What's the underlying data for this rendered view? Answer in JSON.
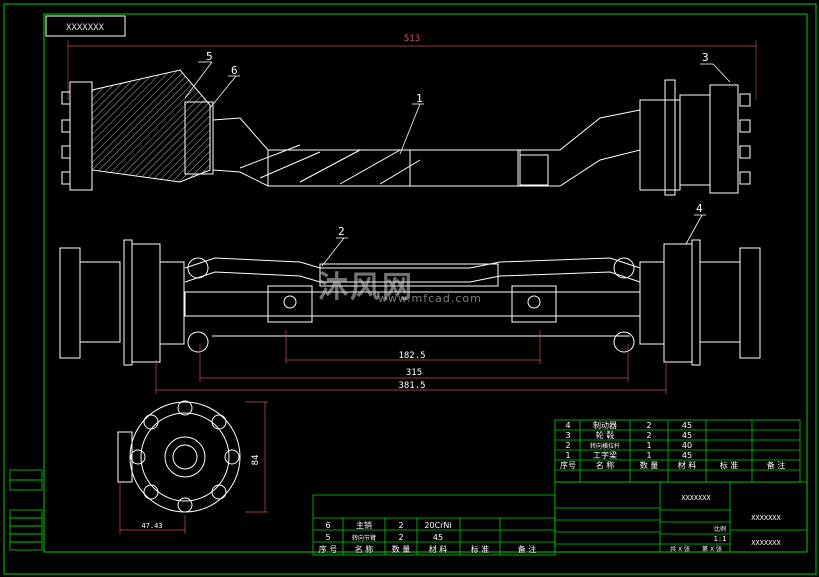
{
  "title_box": "XXXXXXX",
  "dimensions": {
    "overall_width": "513",
    "hub_dia": "84",
    "flange_offset": "47.43",
    "inner_182": "182.5",
    "inner_315": "315",
    "inner_381": "381.5"
  },
  "balloons": [
    "1",
    "2",
    "3",
    "4",
    "5",
    "6"
  ],
  "watermark": {
    "cn": "沐风网",
    "url": "www.mfcad.com"
  },
  "bom_right": {
    "rows": [
      {
        "no": "4",
        "name": "制动器",
        "qty": "2",
        "mat": "45"
      },
      {
        "no": "3",
        "name": "轮 毂",
        "qty": "2",
        "mat": "45"
      },
      {
        "no": "2",
        "name": "转向横拉杆",
        "qty": "1",
        "mat": "40"
      },
      {
        "no": "1",
        "name": "工字梁",
        "qty": "1",
        "mat": "45"
      }
    ],
    "headers": [
      "序号",
      "名 称",
      "数 量",
      "材 料",
      "标 准",
      "备 注"
    ]
  },
  "bom_left": {
    "rows": [
      {
        "no": "6",
        "name": "主销",
        "qty": "2",
        "mat": "20CrNi"
      },
      {
        "no": "5",
        "name": "转向节臂",
        "qty": "2",
        "mat": "45"
      }
    ],
    "headers": [
      "序 号",
      "名 称",
      "数 量",
      "材 料",
      "标 准",
      "备 注"
    ]
  },
  "title_block": {
    "drawing_name": "XXXXXXX",
    "part_code": "XXXXXXX",
    "company": "XXXXXXX",
    "scale_label": "比例",
    "scale": "1:1",
    "sheets_total": "共 X 张",
    "sheet_no": "第 X 张"
  }
}
